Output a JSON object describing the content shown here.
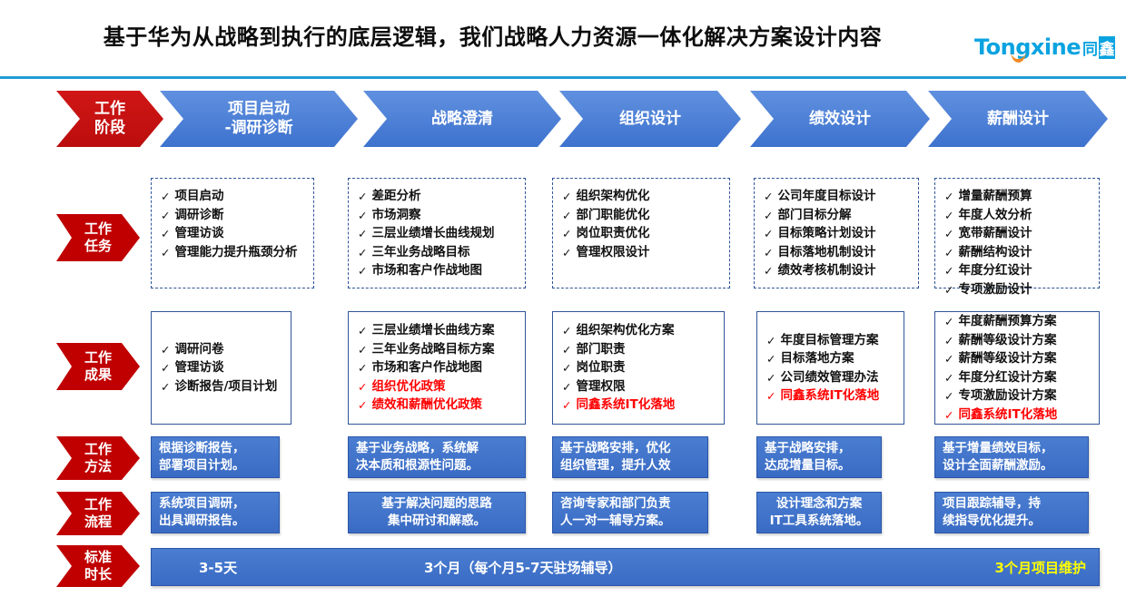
{
  "header": {
    "title": "基于华为从战略到执行的底层逻辑，我们战略人力资源一体化解决方案设计内容",
    "brand_latin": "Tongxine",
    "brand_cjk_1": "同",
    "brand_cjk_2": "鑫",
    "accent_blue": "#1f9bd4",
    "accent_red": "#c00000",
    "accent_orange": "#f08a24"
  },
  "stages": [
    {
      "label": "工作\n阶段",
      "line1": "工作",
      "line2": "阶段",
      "color": "#c00000"
    },
    {
      "line1": "项目启动",
      "line2": "-调研诊断",
      "color": "#3d72ce"
    },
    {
      "line1": "战略澄清",
      "line2": "",
      "color": "#3d72ce"
    },
    {
      "line1": "组织设计",
      "line2": "",
      "color": "#3d72ce"
    },
    {
      "line1": "绩效设计",
      "line2": "",
      "color": "#3d72ce"
    },
    {
      "line1": "薪酬设计",
      "line2": "",
      "color": "#3d72ce"
    }
  ],
  "rows": [
    {
      "key": "tasks",
      "line1": "工作",
      "line2": "任务"
    },
    {
      "key": "results",
      "line1": "工作",
      "line2": "成果"
    },
    {
      "key": "methods",
      "line1": "工作",
      "line2": "方法"
    },
    {
      "key": "process",
      "line1": "工作",
      "line2": "流程"
    },
    {
      "key": "duration",
      "line1": "标准",
      "line2": "时长"
    }
  ],
  "tasks": [
    {
      "items": [
        {
          "t": "项目启动",
          "red": false
        },
        {
          "t": "调研诊断",
          "red": false
        },
        {
          "t": "管理访谈",
          "red": false
        },
        {
          "t": "管理能力提升瓶颈分析",
          "red": false
        }
      ]
    },
    {
      "items": [
        {
          "t": "差距分析",
          "red": false
        },
        {
          "t": "市场洞察",
          "red": false
        },
        {
          "t": "三层业绩增长曲线规划",
          "red": false
        },
        {
          "t": "三年业务战略目标",
          "red": false
        },
        {
          "t": "市场和客户作战地图",
          "red": false
        }
      ]
    },
    {
      "items": [
        {
          "t": "组织架构优化",
          "red": false
        },
        {
          "t": "部门职能优化",
          "red": false
        },
        {
          "t": "岗位职责优化",
          "red": false
        },
        {
          "t": "管理权限设计",
          "red": false
        }
      ]
    },
    {
      "items": [
        {
          "t": "公司年度目标设计",
          "red": false
        },
        {
          "t": "部门目标分解",
          "red": false
        },
        {
          "t": "目标策略计划设计",
          "red": false
        },
        {
          "t": "目标落地机制设计",
          "red": false
        },
        {
          "t": "绩效考核机制设计",
          "red": false
        }
      ]
    },
    {
      "items": [
        {
          "t": "增量薪酬预算",
          "red": false
        },
        {
          "t": "年度人效分析",
          "red": false
        },
        {
          "t": "宽带薪酬设计",
          "red": false
        },
        {
          "t": "薪酬结构设计",
          "red": false
        },
        {
          "t": "年度分红设计",
          "red": false
        },
        {
          "t": "专项激励设计",
          "red": false
        }
      ]
    }
  ],
  "results": [
    {
      "items": [
        {
          "t": "调研问卷",
          "red": false
        },
        {
          "t": "管理访谈",
          "red": false
        },
        {
          "t": "诊断报告/项目计划",
          "red": false
        }
      ]
    },
    {
      "items": [
        {
          "t": "三层业绩增长曲线方案",
          "red": false
        },
        {
          "t": "三年业务战略目标方案",
          "red": false
        },
        {
          "t": "市场和客户作战地图",
          "red": false
        },
        {
          "t": "组织优化政策",
          "red": true
        },
        {
          "t": "绩效和薪酬优化政策",
          "red": true
        }
      ]
    },
    {
      "items": [
        {
          "t": "组织架构优化方案",
          "red": false
        },
        {
          "t": "部门职责",
          "red": false
        },
        {
          "t": "岗位职责",
          "red": false
        },
        {
          "t": "管理权限",
          "red": false
        },
        {
          "t": "同鑫系统IT化落地",
          "red": true
        }
      ]
    },
    {
      "items": [
        {
          "t": "年度目标管理方案",
          "red": false
        },
        {
          "t": "目标落地方案",
          "red": false
        },
        {
          "t": "公司绩效管理办法",
          "red": false
        },
        {
          "t": "同鑫系统IT化落地",
          "red": true
        }
      ]
    },
    {
      "items": [
        {
          "t": "年度薪酬预算方案",
          "red": false
        },
        {
          "t": "薪酬等级设计方案",
          "red": false
        },
        {
          "t": "薪酬等级设计方案",
          "red": false
        },
        {
          "t": "年度分红设计方案",
          "red": false
        },
        {
          "t": "专项激励设计方案",
          "red": false
        },
        {
          "t": "同鑫系统IT化落地",
          "red": true
        }
      ]
    }
  ],
  "methods": [
    {
      "line1": "根据诊断报告，",
      "line2": "部署项目计划。",
      "align": "left"
    },
    {
      "line1": "基于业务战略，系统解",
      "line2": "决本质和根源性问题。",
      "align": "left"
    },
    {
      "line1": "基于战略安排，优化",
      "line2": "组织管理，提升人效",
      "align": "left"
    },
    {
      "line1": "基于战略安排，",
      "line2": "达成增量目标。",
      "align": "left"
    },
    {
      "line1": "基于增量绩效目标，",
      "line2": "设计全面薪酬激励。",
      "align": "left"
    }
  ],
  "process": [
    {
      "line1": "系统项目调研，",
      "line2": "出具调研报告。",
      "align": "left"
    },
    {
      "line1": "基于解决问题的思路",
      "line2": "集中研讨和解惑。",
      "align": "center"
    },
    {
      "line1": "咨询专家和部门负责",
      "line2": "人一对一辅导方案。",
      "align": "left"
    },
    {
      "line1": "设计理念和方案",
      "line2": "IT工具系统落地。",
      "align": "center"
    },
    {
      "line1": "项目跟踪辅导，持",
      "line2": "续指导优化提升。",
      "align": "left"
    }
  ],
  "duration": {
    "left": "3-5天",
    "middle": "3个月（每个月5-7天驻场辅导）",
    "right": "3个月项目维护",
    "right_color": "#ffff00"
  }
}
